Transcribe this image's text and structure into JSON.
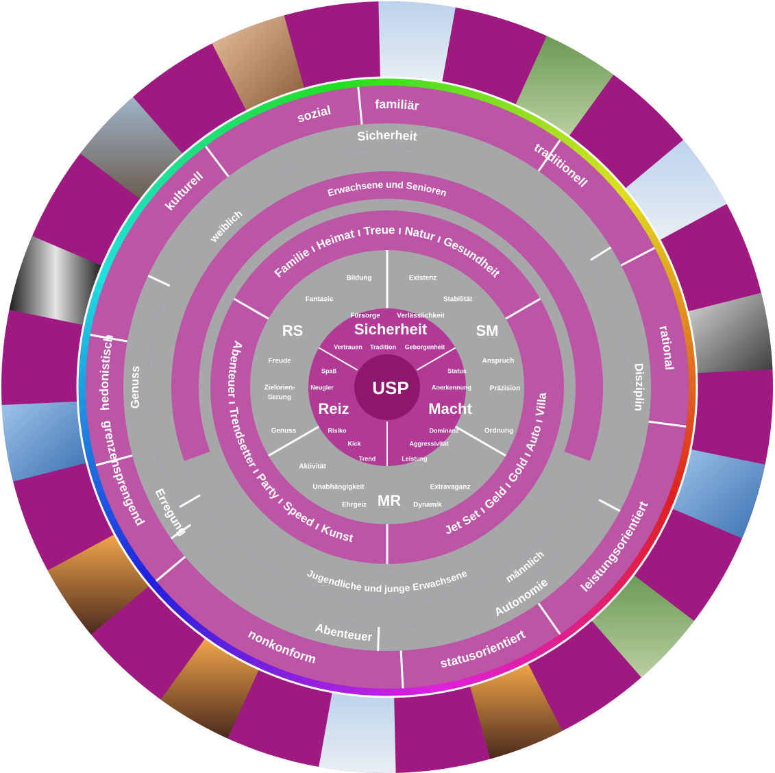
{
  "colors": {
    "outer_purple": "#9e1a80",
    "ring_pink": "#bd55a7",
    "ring_grey": "#a7a6a8",
    "inner_purple": "#b03a95",
    "core_purple": "#8e176e",
    "divider": "#ffffff"
  },
  "center": {
    "label": "USP"
  },
  "core_segments": {
    "top": {
      "title": "Sicherheit",
      "words": [
        "Fürsorge",
        "Verlässlichkeit",
        "Vertrauen",
        "Tradition",
        "Geborgenheit"
      ]
    },
    "left": {
      "title": "Reiz",
      "words": [
        "Spaß",
        "Neugier",
        "Risiko",
        "Kick",
        "Trend"
      ]
    },
    "right": {
      "title": "Macht",
      "words": [
        "Status",
        "Anerkennung",
        "Dominanz",
        "Aggressivität",
        "Leistung"
      ]
    }
  },
  "combo_segments": {
    "rs": {
      "title": "RS",
      "words": [
        "Fantasie",
        "Bildung",
        "Freude",
        "Zielorien-",
        "tierung",
        "Genuss"
      ]
    },
    "sm": {
      "title": "SM",
      "words": [
        "Existenz",
        "Stabilität",
        "Anspruch",
        "Präzision",
        "Ordnung"
      ]
    },
    "mr": {
      "title": "MR",
      "words": [
        "Aktivität",
        "Unabhängigkeit",
        "Ehrgeiz",
        "Extravaganz",
        "Dynamik"
      ]
    }
  },
  "lifestyle_ring": {
    "top": "Familie  ı  Heimat  ı  Treue  ı  Natur  ı  Gesundheit",
    "left": "Abenteuer  ı  Trendsetter  ı  Party  ı  Speed  ı  Kunst",
    "right": "Jet Set  ı  Geld  ı  Gold  ı  Auto  ı  Villa"
  },
  "audience_ring": {
    "top": "Erwachsene und Senioren",
    "bottom": "Jugendliche und junge Erwachsene"
  },
  "gender_ring": {
    "female": "weiblich",
    "male": "männlich"
  },
  "values_ring": [
    "Sicherheit",
    "Disziplin",
    "Autonomie",
    "Abenteuer",
    "Erregung",
    "Genuss"
  ],
  "types_ring": [
    "familiär",
    "traditionell",
    "rational",
    "leistungsorientiert",
    "statusorientiert",
    "nonkonform",
    "grenzensprengend",
    "hedonistisch",
    "kulturell",
    "sozial"
  ]
}
